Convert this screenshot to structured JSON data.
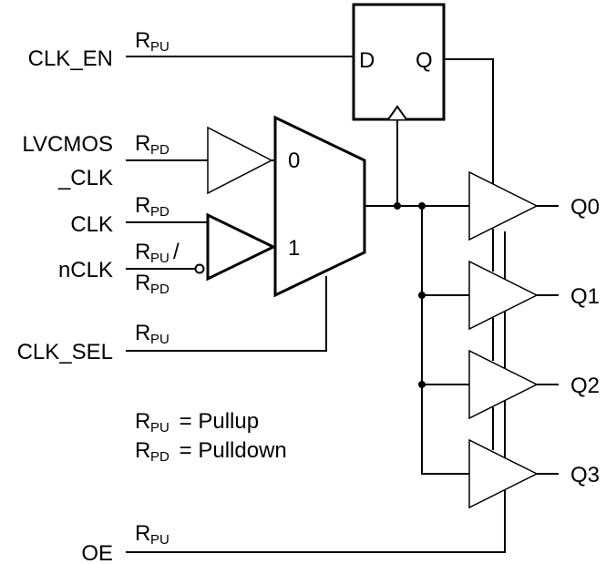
{
  "inputs": {
    "clk_en": "CLK_EN",
    "lvcmos_line1": "LVCMOS",
    "lvcmos_line2": "_CLK",
    "clk": "CLK",
    "nclk": "nCLK",
    "clk_sel": "CLK_SEL",
    "oe": "OE"
  },
  "resistor": {
    "letter": "R",
    "pu": "PU",
    "pd": "PD",
    "slash": "/"
  },
  "flipflop": {
    "d": "D",
    "q": "Q"
  },
  "mux": {
    "in0": "0",
    "in1": "1"
  },
  "outputs": [
    "Q0",
    "Q1",
    "Q2",
    "Q3"
  ],
  "legend": {
    "pullup": " = Pullup",
    "pulldown": " = Pulldown"
  }
}
